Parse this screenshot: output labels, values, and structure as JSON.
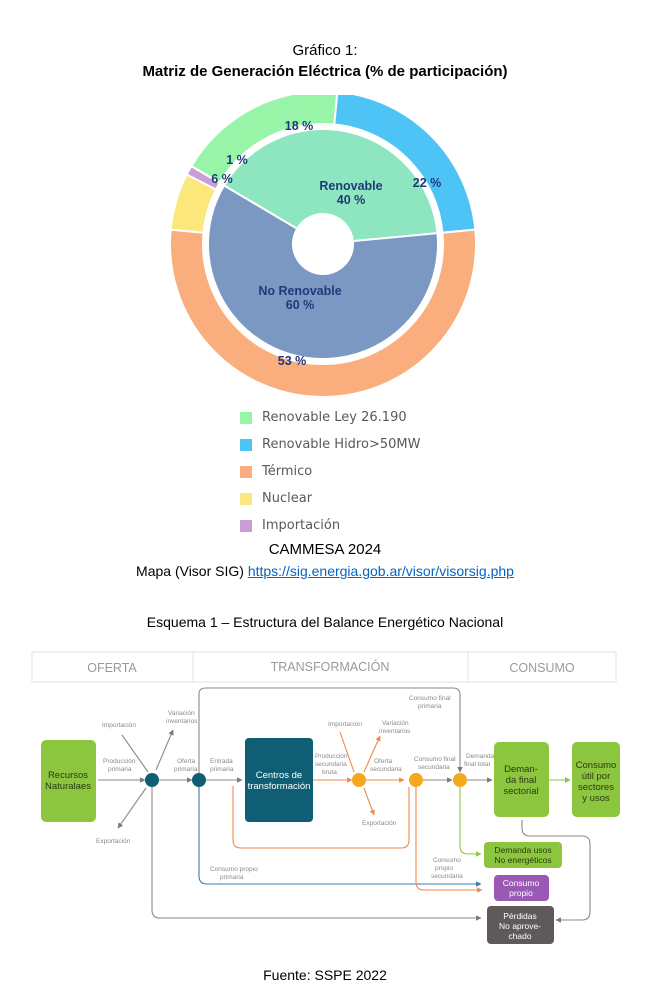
{
  "chart_caption": "Gráfico 1:",
  "chart_title": "Matriz de Generación Eléctrica (% de participación)",
  "chart_data": {
    "type": "pie",
    "title": "Matriz de Generación Eléctrica (% de participación)",
    "outer_ring": [
      {
        "name": "Renovable Ley 26.190",
        "value": 18,
        "label": "18 %",
        "color": "#98f5a8"
      },
      {
        "name": "Renovable Hidro>50MW",
        "value": 22,
        "label": "22 %",
        "color": "#4dc4f5"
      },
      {
        "name": "Térmico",
        "value": 53,
        "label": "53 %",
        "color": "#fbae7d"
      },
      {
        "name": "Nuclear",
        "value": 6,
        "label": "6 %",
        "color": "#fbe77b"
      },
      {
        "name": "Importación",
        "value": 1,
        "label": "1 %",
        "color": "#c79ed6"
      }
    ],
    "inner_ring": [
      {
        "name": "Renovable",
        "value": 40,
        "label": "40 %",
        "color": "#8de6c0"
      },
      {
        "name": "No Renovable",
        "value": 60,
        "label": "60 %",
        "color": "#7b98c2"
      }
    ],
    "legend_placement": "bottom",
    "label_color": "#1f3a78"
  },
  "source_1": "CAMMESA 2024",
  "map": {
    "prefix": "Mapa (Visor SIG) ",
    "link_text": "https://sig.energia.gob.ar/visor/visorsig.php"
  },
  "scheme": {
    "title": "Esquema 1 – Estructura del Balance Energético Nacional",
    "headers": [
      "OFERTA",
      "TRANSFORMACIÓN",
      "CONSUMO"
    ],
    "boxes": {
      "recursos": [
        "Recursos",
        "Naturalaes"
      ],
      "centros": [
        "Centros de",
        "transformación"
      ],
      "demanda_final": [
        "Deman-",
        "da final",
        "sectorial"
      ],
      "consumo_util": [
        "Consumo",
        "útil por",
        "sectores",
        "y",
        "usos"
      ],
      "demanda_no_energ": [
        "Demanda usos",
        "No energéticos"
      ],
      "consumo_propio": [
        "Consumo",
        "propio"
      ],
      "perdidas": [
        "Pérdidas",
        "No aprove-",
        "chado"
      ]
    },
    "labels": {
      "importacion_1": "Importación",
      "variacion_1": [
        "Variación",
        "inventarios"
      ],
      "produccion_primaria": [
        "Producción",
        "primaria"
      ],
      "exportacion_1": "Exportación",
      "oferta_primaria": [
        "Oferta",
        "primaria"
      ],
      "entrada_primaria": [
        "Entrada",
        "primaria"
      ],
      "produccion_secundaria": [
        "Producción",
        "secundaria",
        "bruta"
      ],
      "importacion_2": "Importación",
      "variacion_2": [
        "Variación",
        "inventarios"
      ],
      "oferta_secundaria": [
        "Oferta",
        "secundaria"
      ],
      "exportacion_2": "Exportación",
      "consumo_final_primaria": [
        "Consumo final",
        "primaria"
      ],
      "consumo_final_secundaria": [
        "Consumo final",
        "secundaria"
      ],
      "demanda_final_total": [
        "Demanda",
        "final total"
      ],
      "consumo_propio_primaria": [
        "Consumo propio",
        "primaria"
      ],
      "consumo_propio_secundaria": [
        "Consumo",
        "propio",
        "secundaria"
      ]
    },
    "colors": {
      "green": "#8cc63f",
      "teal": "#0f5e73",
      "orange_node": "#f5a81c",
      "orange_line": "#f08a4b",
      "purple": "#9b59b6",
      "gray": "#5f5a5a",
      "blue_line": "#3a7fa8"
    }
  },
  "source_2": "Fuente: SSPE 2022"
}
